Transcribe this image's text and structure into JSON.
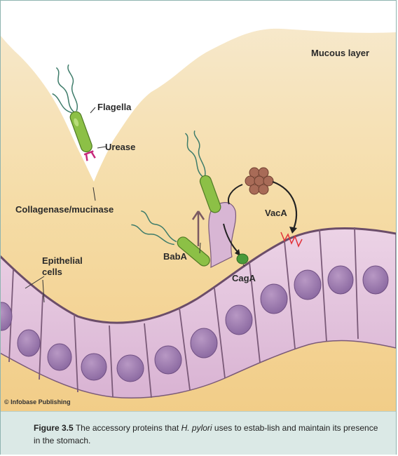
{
  "labels": {
    "mucous_layer": "Mucous layer",
    "flagella": "Flagella",
    "urease": "Urease",
    "collagenase": "Collagenase/mucinase",
    "vaca": "VacA",
    "baba": "BabA",
    "caga": "CagA",
    "epithelial_line1": "Epithelial",
    "epithelial_line2": "cells"
  },
  "credit": "© Infobase Publishing",
  "caption": {
    "figure_number": "Figure 3.5",
    "text_before": "The accessory proteins that ",
    "organism": "H. pylori",
    "text_after": " uses to estab-lish and maintain its presence in the stomach."
  },
  "colors": {
    "mucus_top": "#f6e7c6",
    "mucus_bottom": "#f3d08e",
    "lumen": "#ffffff",
    "cell_fill": "#e3c3dd",
    "cell_stroke": "#7a5a78",
    "nucleus": "#9d78ad",
    "bacterium": "#8cc046",
    "vaca": "#a86b57",
    "caption_bg": "#dbe9e6"
  }
}
